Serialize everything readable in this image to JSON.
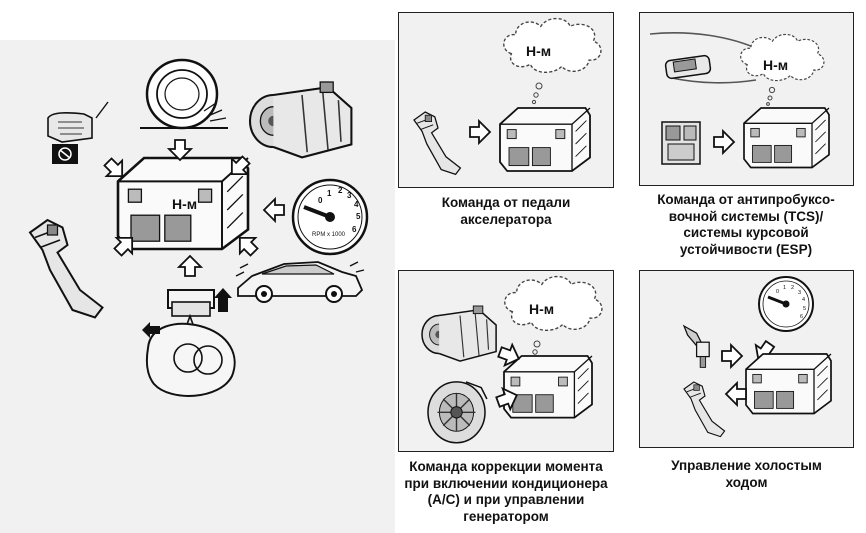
{
  "torque_label": "Н-м",
  "gauge": {
    "scale": [
      "0",
      "1",
      "2",
      "3",
      "4",
      "5",
      "6"
    ],
    "unit_text": "RPM x 1000"
  },
  "panels": [
    {
      "id": "accelerator-pedal",
      "caption": "Команда от педали\nакселератора"
    },
    {
      "id": "tcs-esp",
      "caption": "Команда от антипробуксо-\nвочной системы (TCS)/\nсистемы курсовой\nустойчивости (ESP)"
    },
    {
      "id": "ac-generator",
      "caption": "Команда коррекции момента\nпри включении кондиционера\n(A/C) и при управлении\nгенератором"
    },
    {
      "id": "idle-control",
      "caption": "Управление холостым\nходом"
    }
  ]
}
